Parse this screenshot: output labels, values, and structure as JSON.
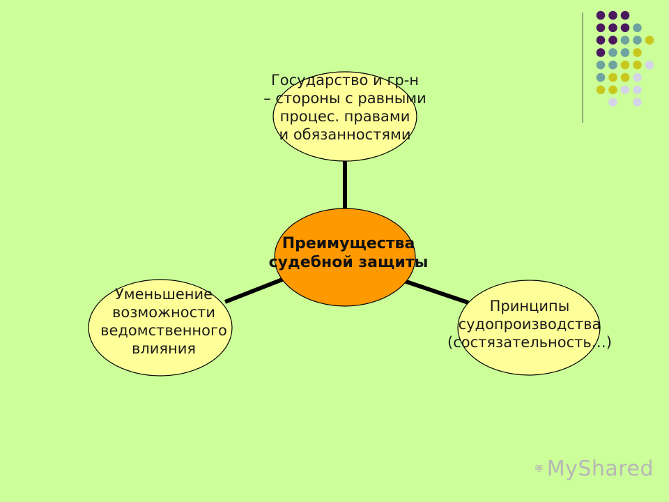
{
  "diagram": {
    "center": {
      "text": "Преимущества\nсудебной защиты",
      "fill": "#ff9900"
    },
    "nodes": [
      {
        "id": "top",
        "text": "Государство и гр-н\n– стороны с равными\nпроцес. правами\nи обязанностями",
        "fill": "#ffff99"
      },
      {
        "id": "left",
        "text": "Уменьшение\nвозможности\nведомственного\nвлияния",
        "fill": "#ffff99"
      },
      {
        "id": "right",
        "text": "Принципы\nсудопроизводства\n(состязательность…)",
        "fill": "#ffff99"
      }
    ],
    "connector_color": "#000000"
  },
  "decoration": {
    "dot_colors": {
      "purple": "#4b1a5e",
      "teal": "#6fa3a0",
      "olive": "#c8c81e",
      "lavender": "#d4d4e8"
    }
  },
  "watermark": {
    "text": "MyShared",
    "color": "#b6b6b6"
  },
  "colors": {
    "background": "#ccff99"
  }
}
